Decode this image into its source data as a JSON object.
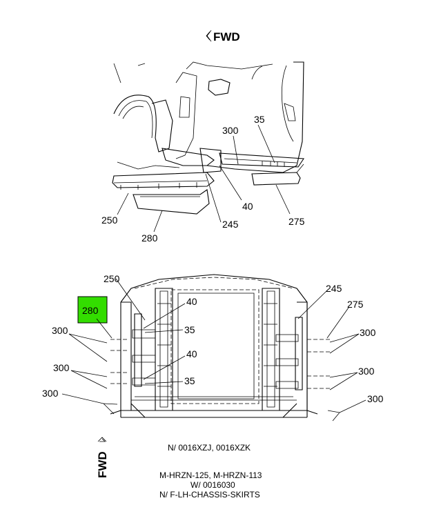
{
  "header": {
    "fwd_label": "FWD"
  },
  "top_view": {
    "callouts": {
      "c35": "35",
      "c300": "300",
      "c250": "250",
      "c40": "40",
      "c280": "280",
      "c245": "245",
      "c275": "275"
    }
  },
  "bottom_view": {
    "highlight": {
      "label": "280",
      "color": "#33dd00"
    },
    "callouts": {
      "c250": "250",
      "c245": "245",
      "c275": "275",
      "c40a": "40",
      "c35a": "35",
      "c40b": "40",
      "c35b": "35",
      "l300a": "300",
      "l300b": "300",
      "l300c": "300",
      "r300a": "300",
      "r300b": "300",
      "r300c": "300"
    }
  },
  "side_fwd_label": "FWD",
  "notes": {
    "line1": "N/ 0016XZJ, 0016XZK",
    "line2": "M-HRZN-125, M-HRZN-113",
    "line3": "W/ 0016030",
    "line4": "N/ F-LH-CHASSIS-SKIRTS"
  }
}
